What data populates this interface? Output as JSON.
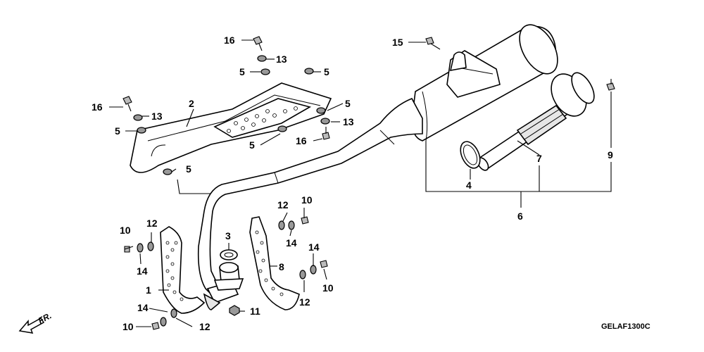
{
  "diagram": {
    "code": "GELAF1300C",
    "direction_label": "FR.",
    "callouts": {
      "c1": "1",
      "c2": "2",
      "c3": "3",
      "c4": "4",
      "c5a": "5",
      "c5b": "5",
      "c5c": "5",
      "c5d": "5",
      "c5e": "5",
      "c5f": "5",
      "c6": "6",
      "c7": "7",
      "c8": "8",
      "c9": "9",
      "c10a": "10",
      "c10b": "10",
      "c10c": "10",
      "c10d": "10",
      "c11": "11",
      "c12a": "12",
      "c12b": "12",
      "c12c": "12",
      "c12d": "12",
      "c13a": "13",
      "c13b": "13",
      "c13c": "13",
      "c14a": "14",
      "c14b": "14",
      "c14c": "14",
      "c14d": "14",
      "c15": "15",
      "c16a": "16",
      "c16b": "16",
      "c16c": "16"
    }
  }
}
